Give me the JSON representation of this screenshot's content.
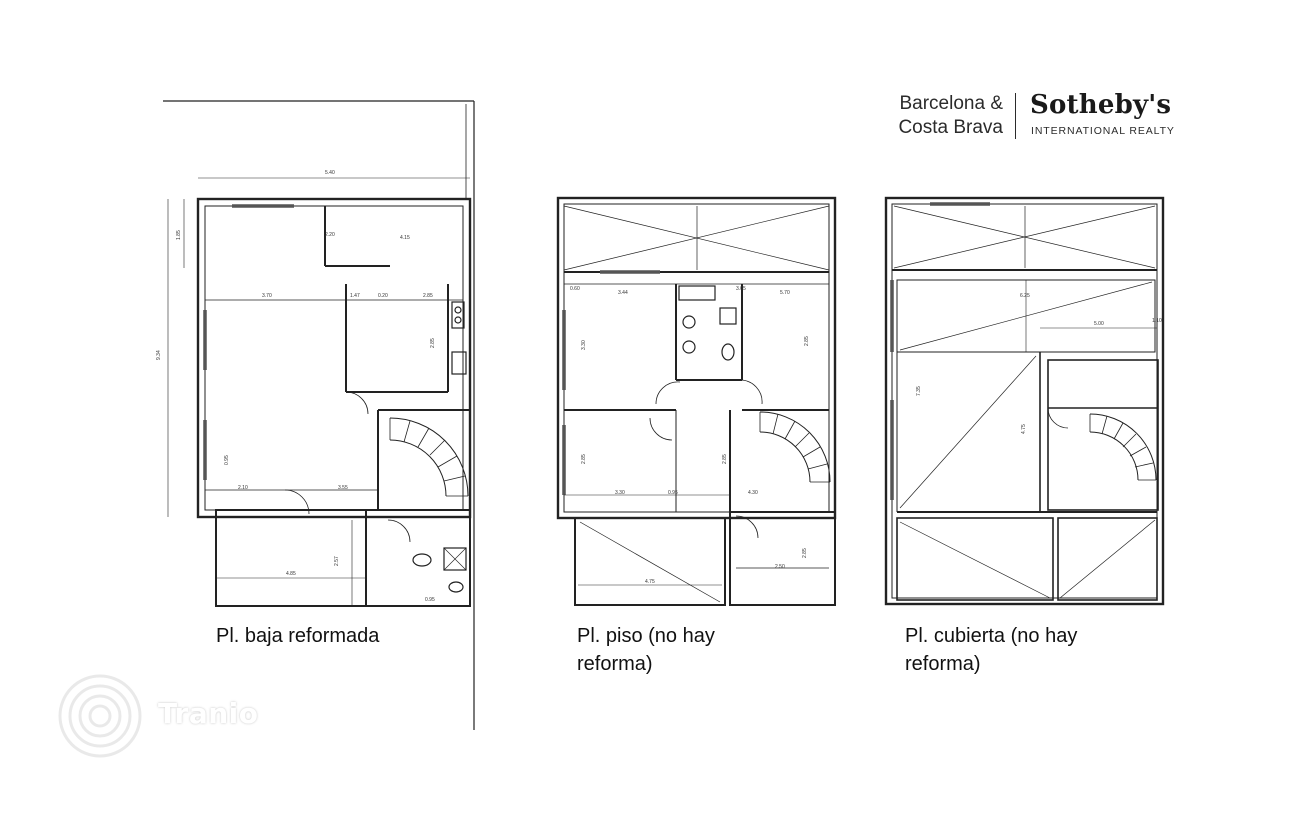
{
  "branding": {
    "line1": "Barcelona &",
    "line2": "Costa Brava",
    "name": "Sotheby's",
    "subtitle": "INTERNATIONAL REALTY"
  },
  "plans": [
    {
      "caption_line1": "Pl. baja reformada",
      "caption_line2": ""
    },
    {
      "caption_line1": "Pl. piso (no hay",
      "caption_line2": "reforma)"
    },
    {
      "caption_line1": "Pl. cubierta (no hay",
      "caption_line2": "reforma)"
    }
  ],
  "dimensions": {
    "ground": [
      "5.40",
      "9.34",
      "1.85",
      "3.70",
      "4.15",
      "2.20",
      "0.20",
      "1.47",
      "2.85",
      "2.85",
      "4.85",
      "2.57",
      "2.10",
      "3.55",
      "0.95",
      "0.95"
    ],
    "first": [
      "3.44",
      "3.30",
      "0.60",
      "5.70",
      "2.85",
      "3.05",
      "2.50",
      "4.75",
      "2.85",
      "3.30",
      "0.95",
      "4.30",
      "2.85",
      "2.85"
    ],
    "roof": [
      "6.25",
      "5.00",
      "7.35",
      "4.75",
      "1.10"
    ]
  },
  "watermark": {
    "text": "Tranio"
  }
}
